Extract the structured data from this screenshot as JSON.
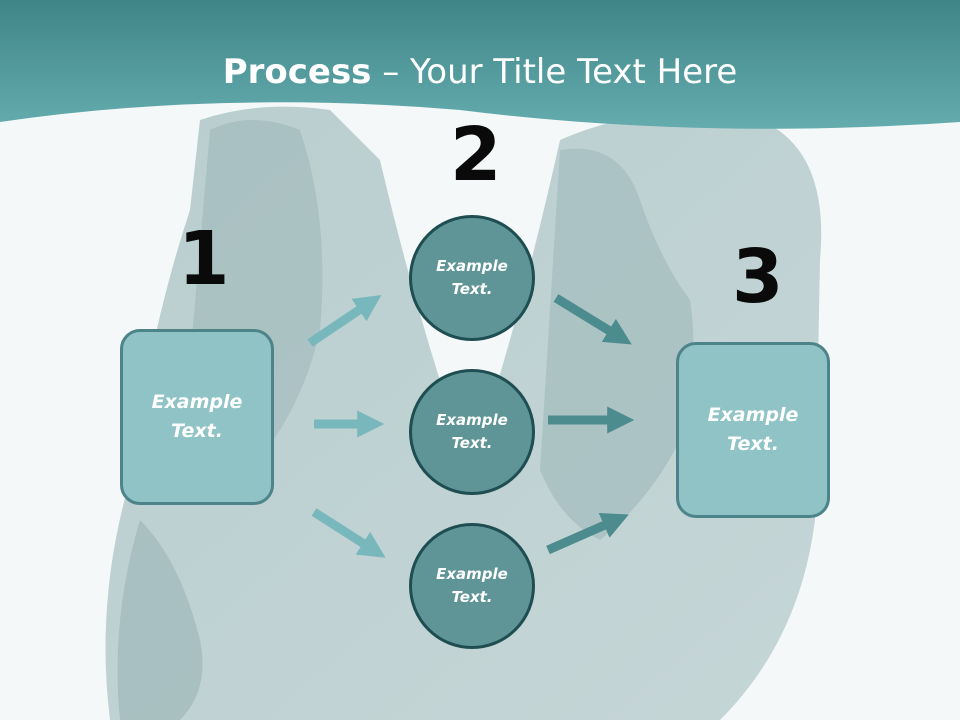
{
  "title": {
    "bold": "Process",
    "rest": " – Your Title Text Here"
  },
  "steps": [
    {
      "number": "1",
      "text": "Example\nText."
    },
    {
      "number": "2",
      "items": [
        "Example\nText.",
        "Example\nText.",
        "Example\nText."
      ]
    },
    {
      "number": "3",
      "text": "Example\nText."
    }
  ],
  "colors": {
    "header": "#5aa3a5",
    "box_fill": "#8fc3c5",
    "circle_fill": "#5f9597",
    "arrow_light": "#78b8bc",
    "arrow_dark": "#4c8b8e"
  }
}
